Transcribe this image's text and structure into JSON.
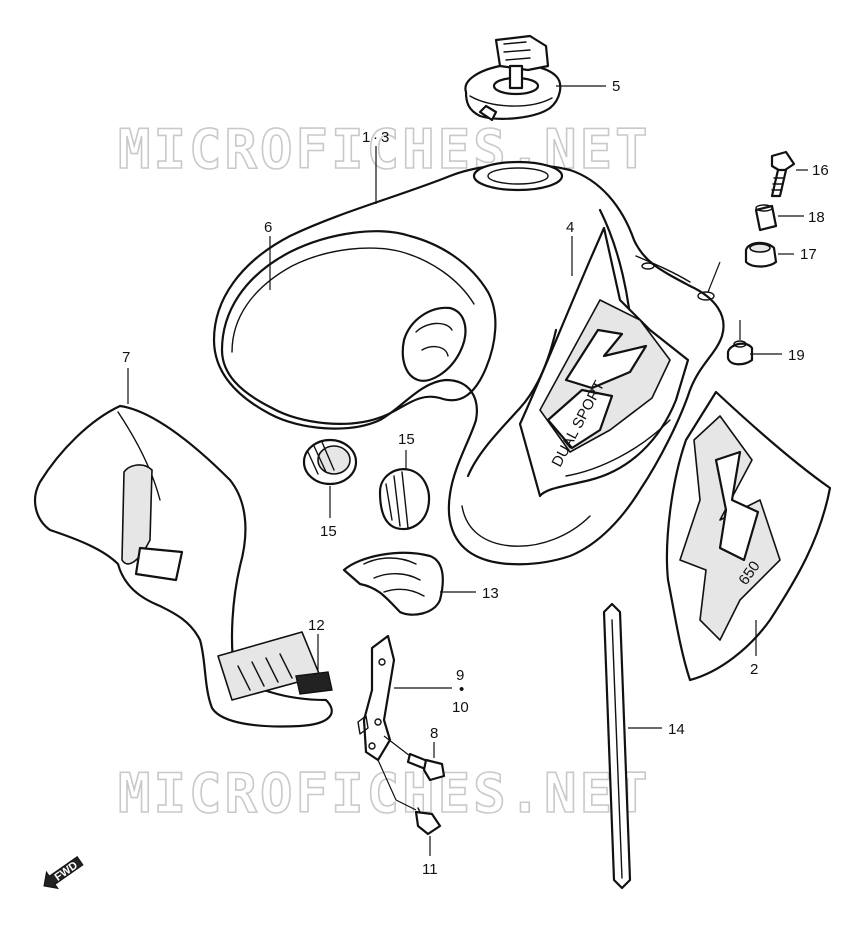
{
  "watermark": {
    "text": "MICROFICHES.NET"
  },
  "direction_badge": {
    "label": "FWD"
  },
  "callouts": {
    "p1_3": "1",
    "p1_3_sep": "·",
    "p1_3_b": "3",
    "p2": "2",
    "p4": "4",
    "p5": "5",
    "p6": "6",
    "p7": "7",
    "p8": "8",
    "p9": "9",
    "p9_sep": "•",
    "p10": "10",
    "p11": "11",
    "p12": "12",
    "p13": "13",
    "p14": "14",
    "p15a": "15",
    "p15b": "15",
    "p16": "16",
    "p17": "17",
    "p18": "18",
    "p19": "19"
  },
  "decals": {
    "tank_logo_text": "DUAL SPORT",
    "side_logo_number": "650"
  },
  "colors": {
    "line": "#111111",
    "watermark": "#c9c9c9",
    "background": "#ffffff"
  }
}
